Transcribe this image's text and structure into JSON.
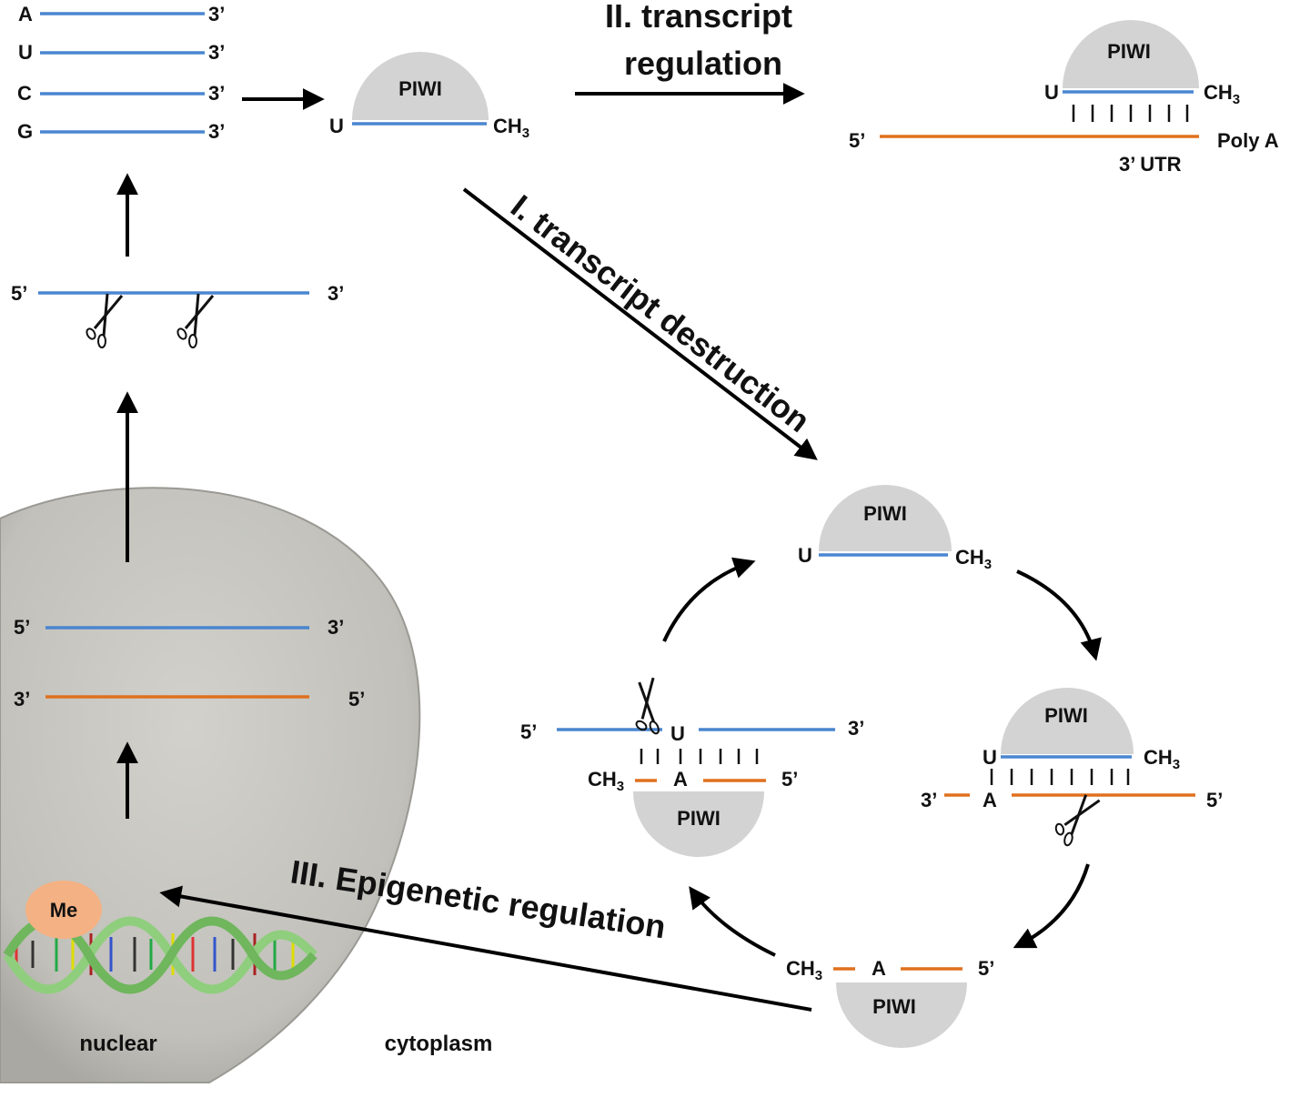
{
  "colors": {
    "blue_strand": "#4a86d0",
    "orange_strand": "#e0701e",
    "piwi_fill": "#d3d3d3",
    "methyl_fill": "#f4b183",
    "cell_fill": "#c4c3bd",
    "arrow": "#000000"
  },
  "nucleotides": [
    "A",
    "U",
    "C",
    "G"
  ],
  "labels": {
    "three_prime": "3’",
    "five_prime": "5’",
    "piwi": "PIWI",
    "u": "U",
    "a": "A",
    "ch3": "CH",
    "ch3_sub": "3",
    "poly_a": "Poly A",
    "utr": "3’ UTR",
    "me": "Me",
    "nuclear": "nuclear",
    "cytoplasm": "cytoplasm"
  },
  "pathways": {
    "transcript_regulation_line1": "II. transcript",
    "transcript_regulation_line2": "regulation",
    "transcript_destruction": "I. transcript destruction",
    "epigenetic_regulation": "III. Epigenetic regulation"
  },
  "icons": [
    "scissors-icon",
    "dna-helix-icon"
  ]
}
